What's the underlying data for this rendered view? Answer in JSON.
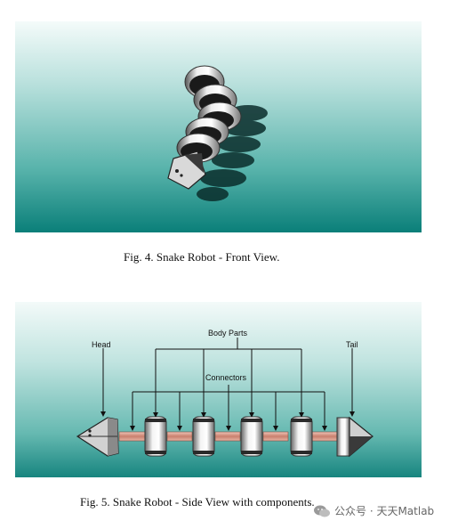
{
  "figure4": {
    "caption": "Fig. 4.  Snake Robot - Front View."
  },
  "figure5": {
    "caption": "Fig. 5.  Snake Robot - Side View with components.",
    "labels": {
      "head": "Head",
      "body_parts": "Body Parts",
      "connectors": "Connectors",
      "tail": "Tail"
    }
  },
  "watermark": {
    "text": "公众号 · 天天Matlab"
  }
}
